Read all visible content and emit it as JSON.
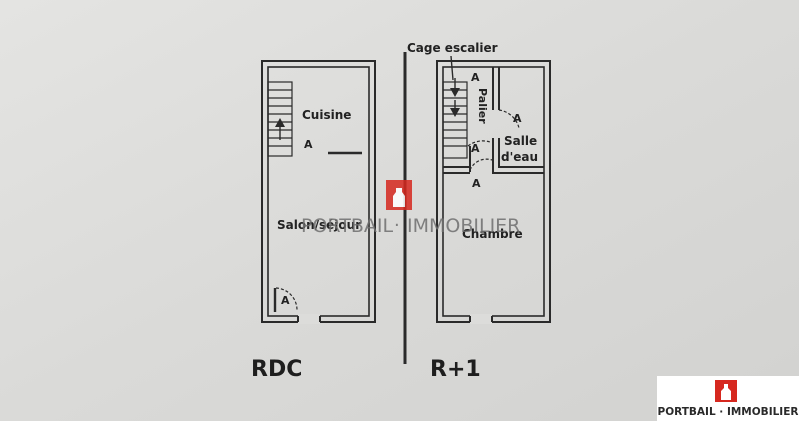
{
  "floors": {
    "ground": {
      "name": "RDC",
      "rooms": {
        "kitchen": "Cuisine",
        "living": "Salon/séjour"
      },
      "door_mark": "A"
    },
    "upper": {
      "name": "R+1",
      "stair_label": "Cage escalier",
      "rooms": {
        "landing": "Palier",
        "bathroom_line1": "Salle",
        "bathroom_line2": "d'eau",
        "bedroom": "Chambre"
      },
      "door_mark": "A"
    }
  },
  "watermark": {
    "brand": "PORTBAIL",
    "separator": "·",
    "suffix": "IMMOBILIER"
  },
  "logo": {
    "text": "PORTBAIL · IMMOBILIER",
    "brand_color": "#d6281f"
  },
  "colors": {
    "paper": "#dcdcda",
    "ink": "#2a2a2a"
  }
}
